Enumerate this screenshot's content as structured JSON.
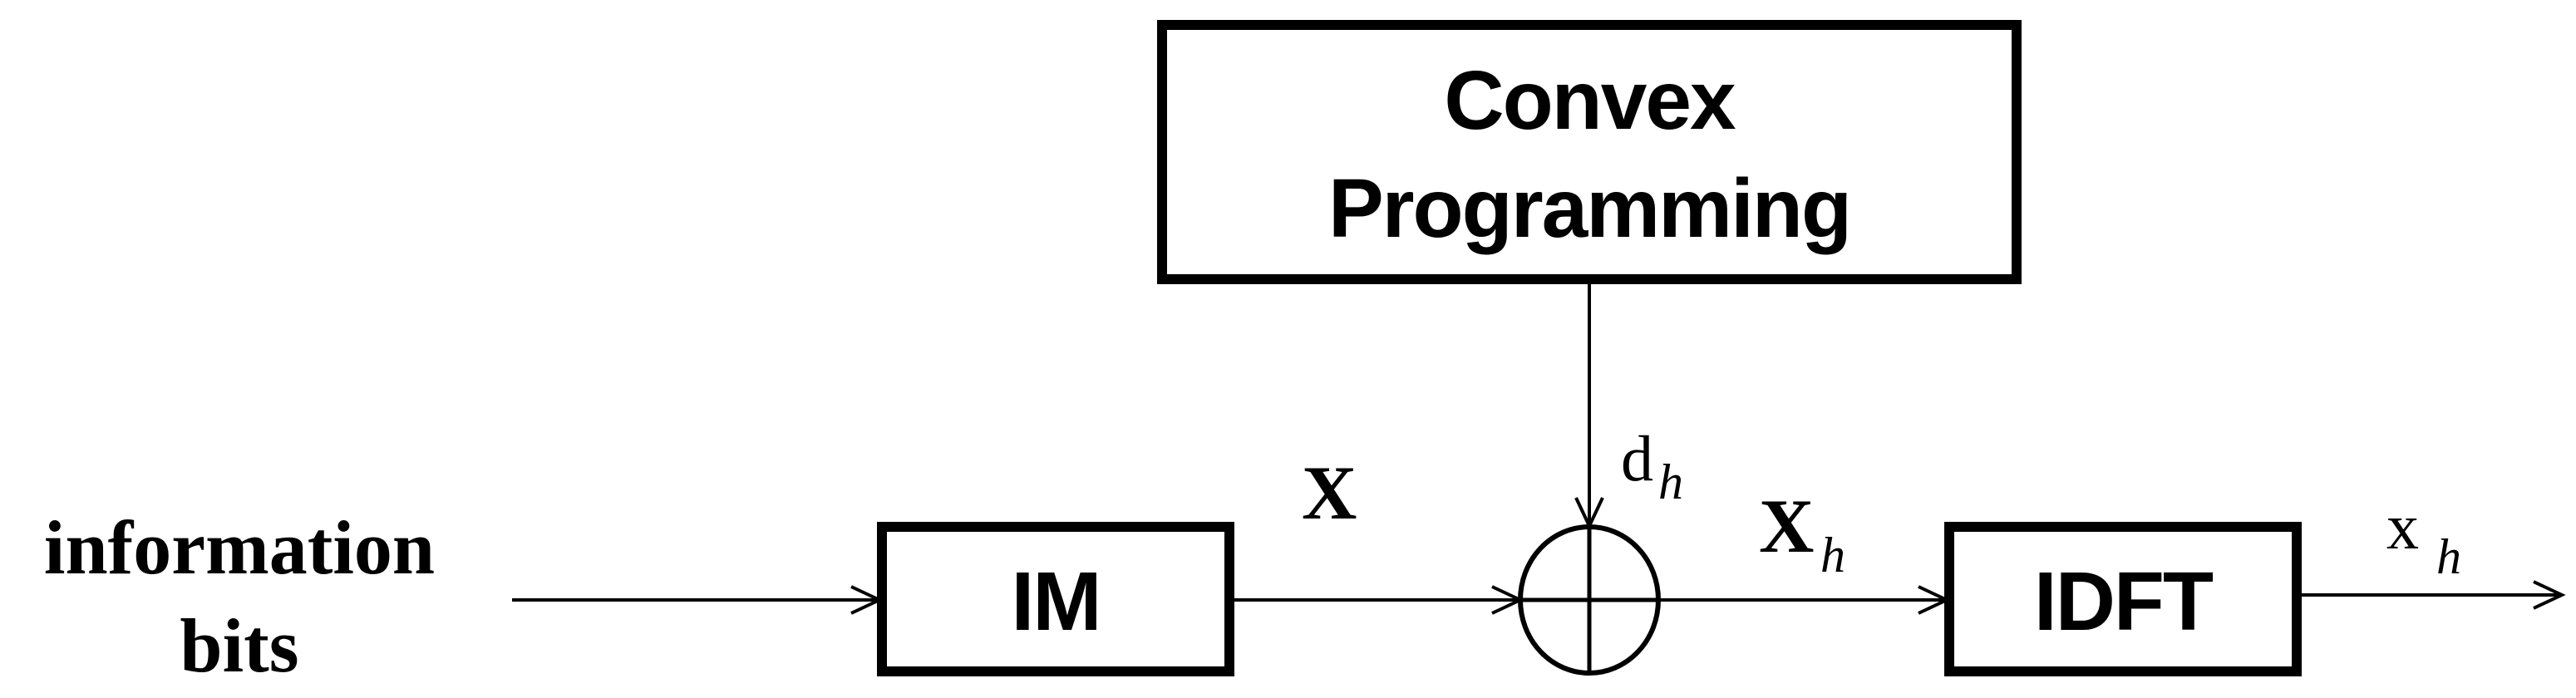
{
  "input": {
    "line1": "information",
    "line2": "bits"
  },
  "blocks": {
    "convex": {
      "line1": "Convex",
      "line2": "Programming"
    },
    "im": {
      "label": "IM"
    },
    "idft": {
      "label": "IDFT"
    }
  },
  "signals": {
    "X": {
      "main": "X"
    },
    "d_h": {
      "main": "d",
      "sub": "h"
    },
    "X_h": {
      "main": "X",
      "sub": "h"
    },
    "x_h": {
      "main": "x",
      "sub": "h"
    }
  },
  "summer": {
    "symbol": "adder"
  }
}
